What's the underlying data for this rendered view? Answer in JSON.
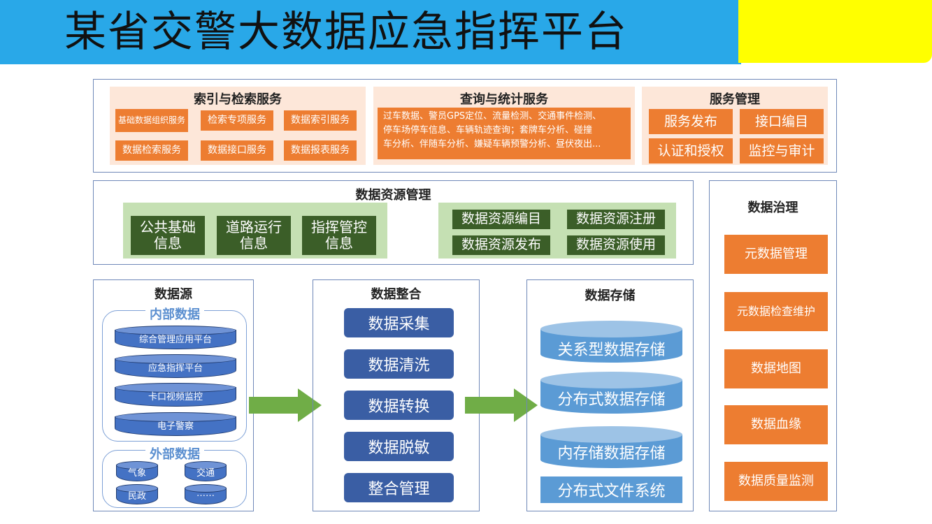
{
  "title": "某省交警大数据应急指挥平台",
  "colors": {
    "header_blue": "#29a8e8",
    "yellow": "#ffff00",
    "orange": "#ed7d31",
    "dark_green": "#3b5e28",
    "light_green": "#c5e0b3",
    "blue_btn": "#3a5ea4",
    "storage_blue": "#5b9bd5"
  },
  "index_service": {
    "title": "索引与检索服务",
    "items": [
      "基础数据组织服务",
      "检索专项服务",
      "数据索引服务",
      "数据检索服务",
      "数据接口服务",
      "数据报表服务"
    ]
  },
  "query_service": {
    "title": "查询与统计服务",
    "text_lines": [
      "过车数据、警员GPS定位、流量检测、交通事件检测、",
      "停车场停车信息、车辆轨迹查询；套牌车分析、碰撞",
      "车分析、伴随车分析、嫌疑车辆预警分析、昼伏夜出..."
    ]
  },
  "service_mgmt": {
    "title": "服务管理",
    "items": [
      "服务发布",
      "接口编目",
      "认证和授权",
      "监控与审计"
    ]
  },
  "resource_mgmt": {
    "title": "数据资源管理",
    "info_items": [
      {
        "l1": "公共基础",
        "l2": "信息"
      },
      {
        "l1": "道路运行",
        "l2": "信息"
      },
      {
        "l1": "指挥管控",
        "l2": "信息"
      }
    ],
    "ops": [
      "数据资源编目",
      "数据资源注册",
      "数据资源发布",
      "数据资源使用"
    ]
  },
  "governance": {
    "title": "数据治理",
    "items": [
      "元数据管理",
      "元数据检查维护",
      "数据地图",
      "数据血缘",
      "数据质量监测"
    ]
  },
  "data_source": {
    "title": "数据源",
    "internal_title": "内部数据",
    "internal": [
      "综合管理应用平台",
      "应急指挥平台",
      "卡口视频监控",
      "电子警察"
    ],
    "external_title": "外部数据",
    "external": [
      "气象",
      "交通",
      "民政",
      "……"
    ]
  },
  "integration": {
    "title": "数据整合",
    "items": [
      "数据采集",
      "数据清洗",
      "数据转换",
      "数据脱敏",
      "整合管理"
    ]
  },
  "storage": {
    "title": "数据存储",
    "items": [
      "关系型数据存储",
      "分布式数据存储",
      "内存储数据存储"
    ],
    "fs": "分布式文件系统"
  }
}
